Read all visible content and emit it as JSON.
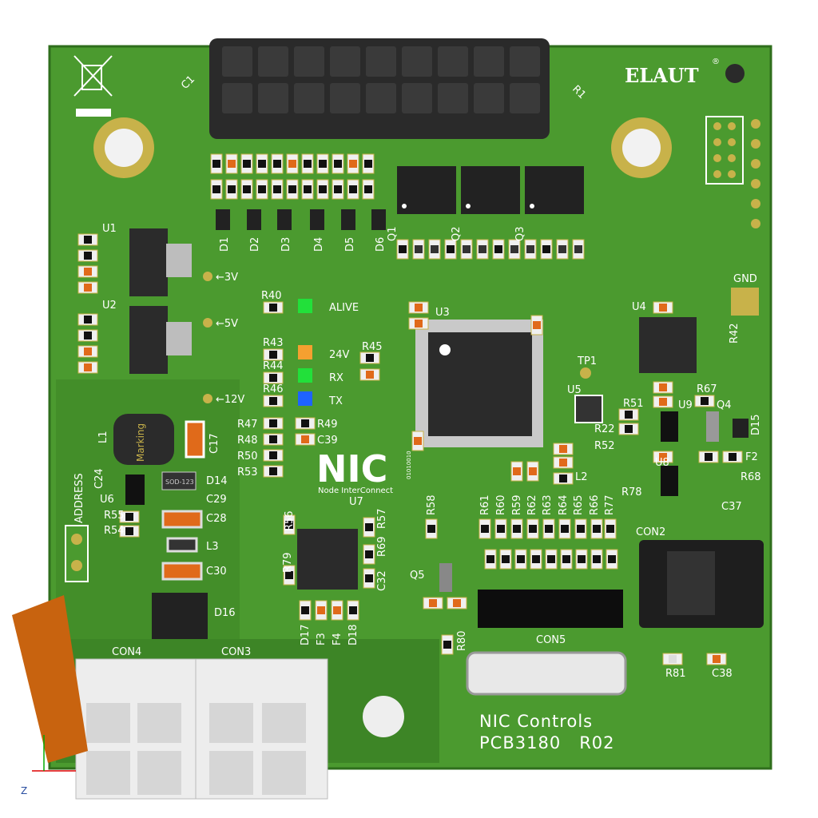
{
  "board": {
    "title_line1": "NIC Controls",
    "title_line2": "PCB3180   R02",
    "brand": "ELAUT",
    "brand_mark": "®",
    "logo_letters": "NIC",
    "logo_binary": "01010010",
    "logo_tagline": "Node InterConnect",
    "inductor_marking": "Marking",
    "diode_marking": "SOD-123",
    "axis_label": "Z",
    "colors": {
      "board": "#4b9a2f",
      "board_dark": "#3d8526",
      "copper": "#c8b24a",
      "ic": "#2b2b2b",
      "led_alive": "#22e03a",
      "led_24v": "#f5a030",
      "led_rx": "#22e03a",
      "led_tx": "#1e63ff"
    }
  },
  "labels": [
    "U1",
    "U2",
    "←3V",
    "←5V",
    "←12V",
    "R40",
    "ALIVE",
    "R43",
    "24V",
    "R45",
    "R44",
    "RX",
    "R46",
    "TX",
    "R47",
    "R49",
    "R48",
    "C39",
    "R50",
    "R53",
    "L1",
    "C17",
    "C24",
    "D14",
    "U6",
    "C29",
    "R55",
    "C28",
    "R54",
    "L3",
    "C30",
    "D16",
    "ADDRESS",
    "CON4",
    "CON3",
    "D1",
    "D2",
    "D3",
    "D4",
    "D5",
    "D6",
    "Q1",
    "Q2",
    "Q3",
    "U3",
    "U4",
    "R42",
    "TP1",
    "U5",
    "R51",
    "U9",
    "R67",
    "Q4",
    "D15",
    "R22",
    "R52",
    "U8",
    "F2",
    "R78",
    "R68",
    "C37",
    "L2",
    "CON2",
    "R58",
    "R61",
    "R60",
    "R59",
    "R62",
    "R63",
    "R64",
    "R65",
    "R66",
    "R77",
    "R56",
    "U7",
    "R57",
    "R69",
    "R79",
    "C32",
    "Q5",
    "D17",
    "F3",
    "F4",
    "D18",
    "R80",
    "CON5",
    "R81",
    "C38",
    "C1",
    "R1",
    "GND"
  ]
}
